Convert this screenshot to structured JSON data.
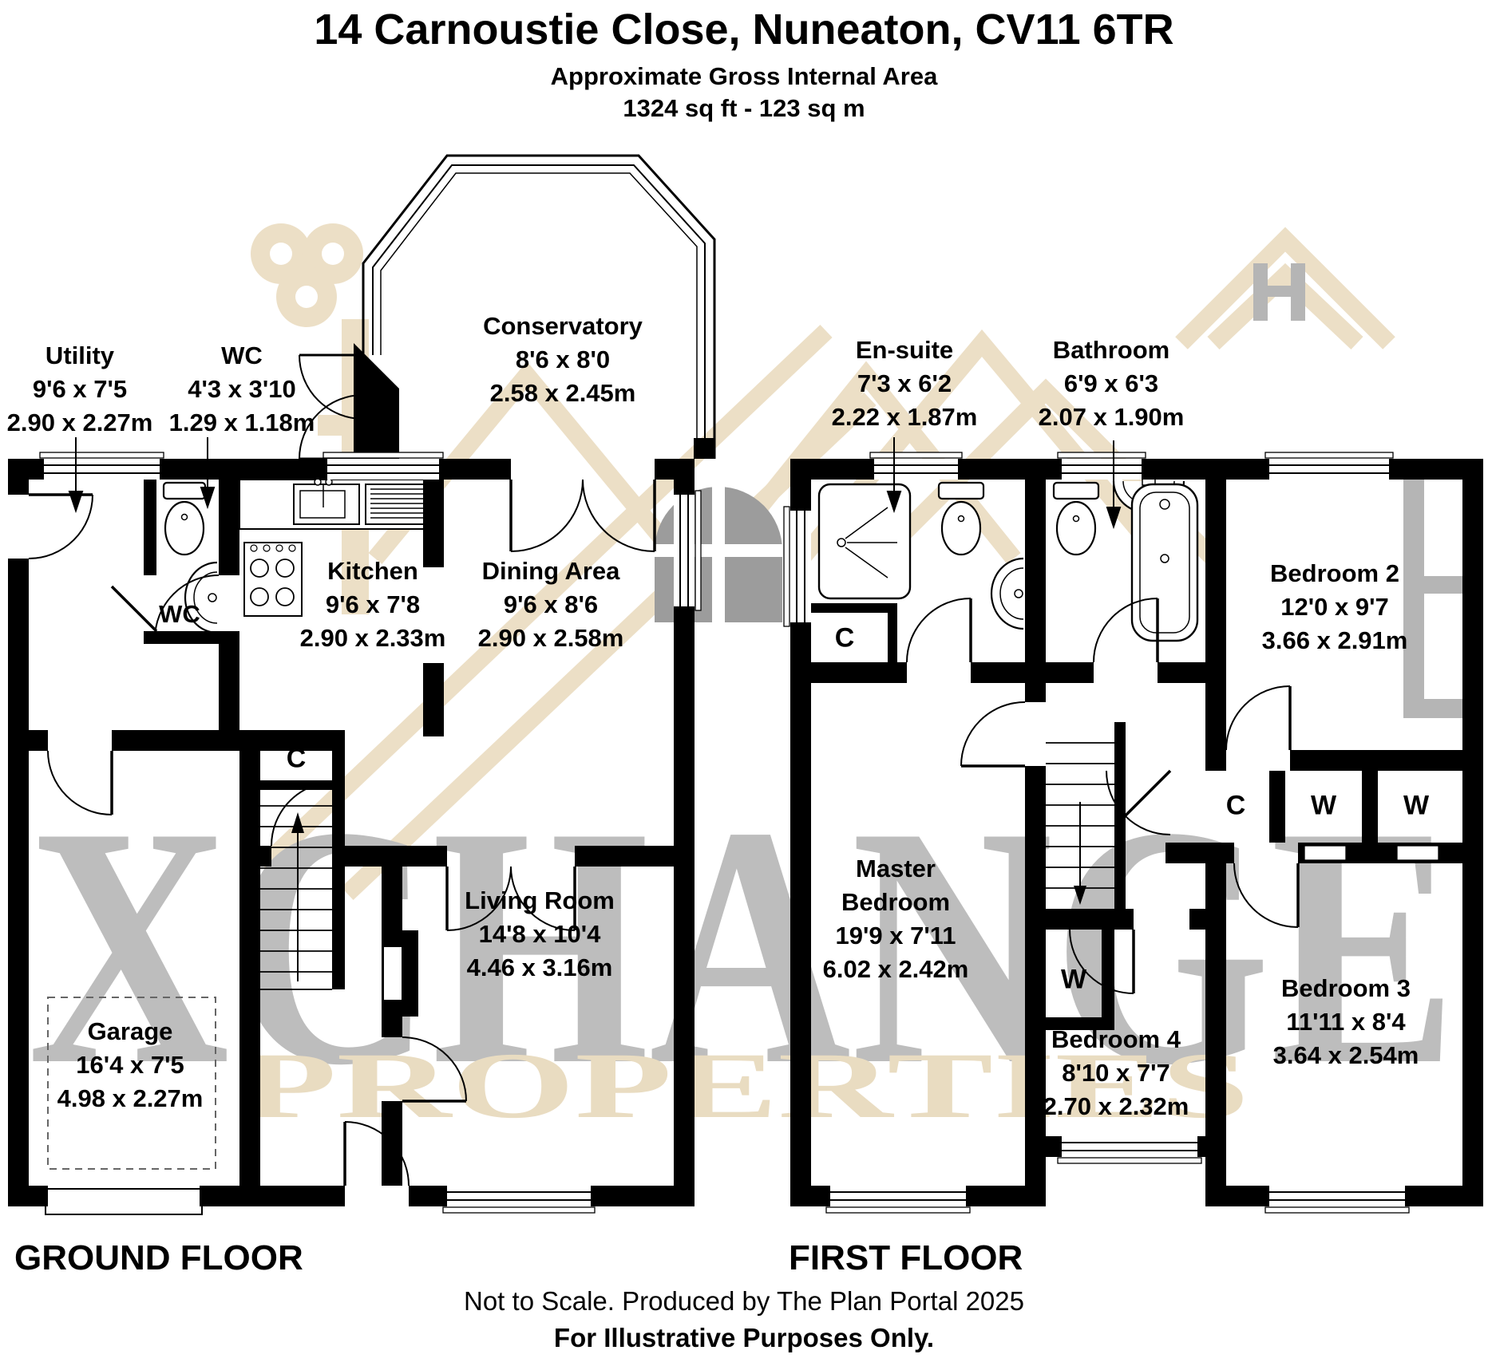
{
  "header": {
    "title": "14 Carnoustie Close, Nuneaton, CV11 6TR",
    "subtitle": "Approximate Gross Internal Area",
    "area": "1324 sq ft - 123 sq m"
  },
  "rooms": {
    "utility": {
      "name": "Utility",
      "imperial": "9'6 x 7'5",
      "metric": "2.90 x 2.27m"
    },
    "wc": {
      "name": "WC",
      "imperial": "4'3 x 3'10",
      "metric": "1.29 x 1.18m"
    },
    "conservatory": {
      "name": "Conservatory",
      "imperial": "8'6 x 8'0",
      "metric": "2.58 x 2.45m"
    },
    "kitchen": {
      "name": "Kitchen",
      "imperial": "9'6 x 7'8",
      "metric": "2.90 x 2.33m"
    },
    "dining": {
      "name": "Dining Area",
      "imperial": "9'6 x 8'6",
      "metric": "2.90 x 2.58m"
    },
    "garage": {
      "name": "Garage",
      "imperial": "16'4 x 7'5",
      "metric": "4.98 x 2.27m"
    },
    "living": {
      "name": "Living Room",
      "imperial": "14'8 x 10'4",
      "metric": "4.46 x 3.16m"
    },
    "ensuite": {
      "name": "En-suite",
      "imperial": "7'3 x 6'2",
      "metric": "2.22 x 1.87m"
    },
    "bathroom": {
      "name": "Bathroom",
      "imperial": "6'9 x 6'3",
      "metric": "2.07 x 1.90m"
    },
    "bedroom2": {
      "name": "Bedroom 2",
      "imperial": "12'0 x 9'7",
      "metric": "3.66 x 2.91m"
    },
    "master": {
      "name": "Master Bedroom",
      "imperial": "19'9 x 7'11",
      "metric": "6.02 x 2.42m"
    },
    "bedroom3": {
      "name": "Bedroom 3",
      "imperial": "11'11 x 8'4",
      "metric": "3.64 x 2.54m"
    },
    "bedroom4": {
      "name": "Bedroom 4",
      "imperial": "8'10 x 7'7",
      "metric": "2.70 x 2.32m"
    }
  },
  "labels": {
    "closet": "C",
    "wardrobe": "W",
    "wc_room": "WC"
  },
  "floors": {
    "ground": "GROUND FLOOR",
    "first": "FIRST FLOOR"
  },
  "footer": {
    "line1": "Not to Scale. Produced by The Plan Portal 2025",
    "line2": "For Illustrative Purposes Only."
  },
  "watermark": {
    "word1": "XCHANGE",
    "word2": "PROPERTIES"
  },
  "colors": {
    "wall": "#000000",
    "watermark_gray": "#bdbdbd",
    "watermark_beige": "#ecdfc6"
  }
}
